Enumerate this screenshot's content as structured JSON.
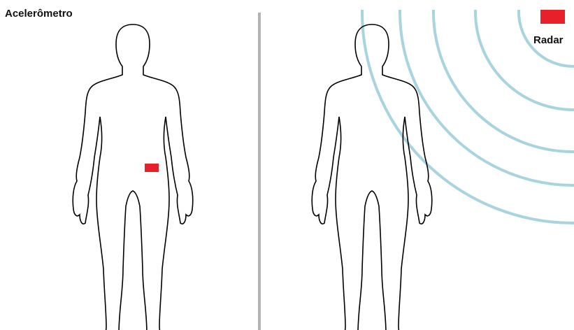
{
  "left_panel": {
    "label": "Acelerômetro",
    "sensor_icon": "red-rectangle-sensor"
  },
  "right_panel": {
    "label": "Radar",
    "sensor_icon": "red-rectangle-sensor",
    "wave_icon": "concentric-radar-waves"
  },
  "colors": {
    "background": "#ffffff",
    "outline": "#000000",
    "divider": "#b3b3b3",
    "sensor": "#e8202a",
    "radar_wave": "#a8d4df"
  }
}
